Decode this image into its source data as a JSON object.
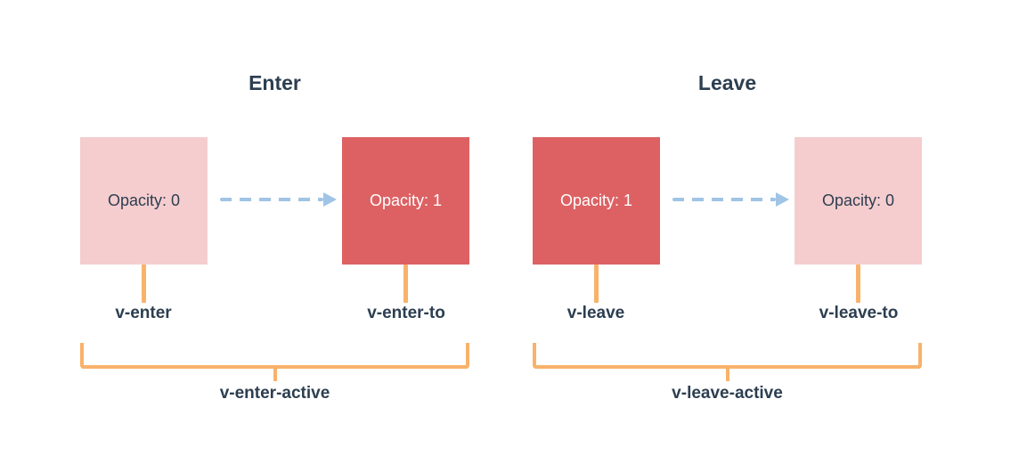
{
  "diagram": {
    "panels": [
      {
        "title": "Enter",
        "start_box": {
          "value": "Opacity: 0"
        },
        "end_box": {
          "value": "Opacity: 1"
        },
        "start_class": "v-enter",
        "end_class": "v-enter-to",
        "active_class": "v-enter-active"
      },
      {
        "title": "Leave",
        "start_box": {
          "value": "Opacity: 1"
        },
        "end_box": {
          "value": "Opacity: 0"
        },
        "start_class": "v-leave",
        "end_class": "v-leave-to",
        "active_class": "v-leave-active"
      }
    ],
    "colors": {
      "text_navy": "#2c3e50",
      "box_pink": "#f5cdcf",
      "box_red": "#dd6163",
      "box_text_on_red": "#ffffff",
      "arrow_blue": "#a0c4e5",
      "bracket_orange": "#f8b26a",
      "background": "#ffffff"
    }
  }
}
